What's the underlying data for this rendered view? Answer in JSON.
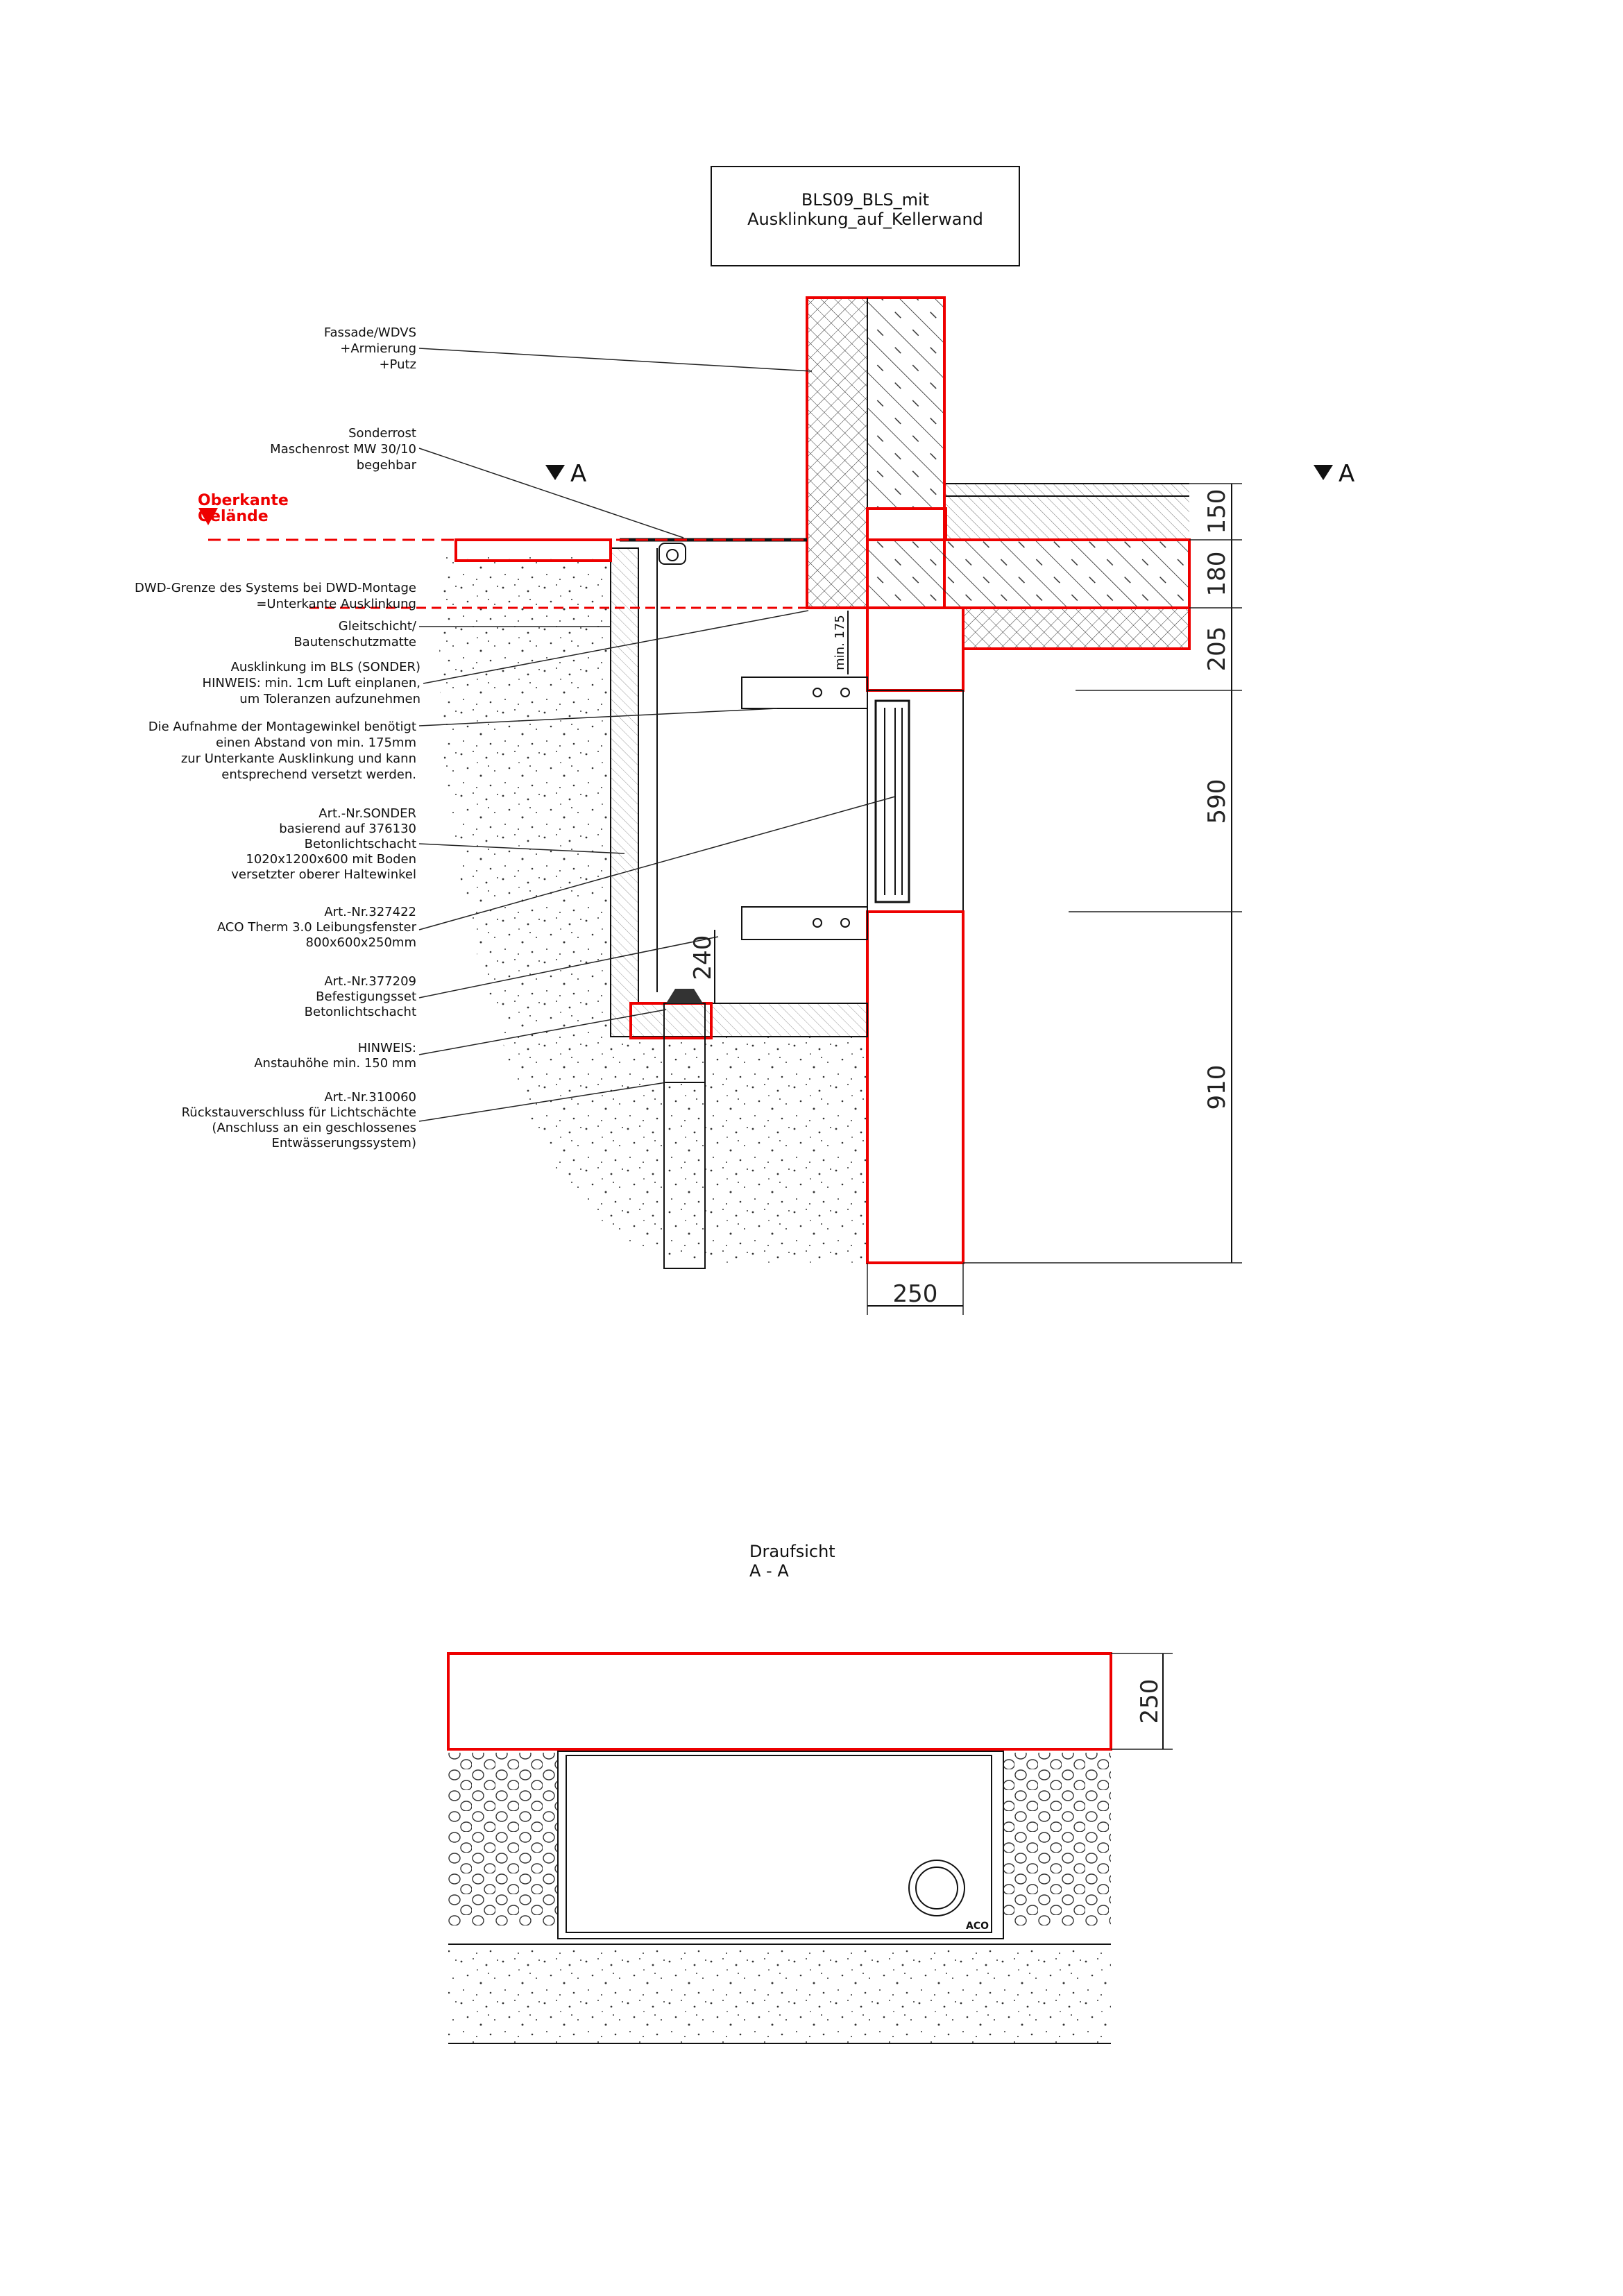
{
  "title": {
    "line1": "BLS09_BLS_mit",
    "line2": "Ausklinkung_auf_Kellerwand"
  },
  "section_marker": "A",
  "ground_level": {
    "line1": "Oberkante",
    "line2": "Gelände",
    "color": "#e00000"
  },
  "labels": [
    {
      "lines": [
        "Fassade/WDVS",
        "+Armierung",
        "+Putz"
      ]
    },
    {
      "lines": [
        "Sonderrost",
        "Maschenrost MW 30/10",
        "begehbar"
      ]
    },
    {
      "lines": [
        "DWD-Grenze des Systems bei DWD-Montage",
        "=Unterkante Ausklinkung"
      ]
    },
    {
      "lines": [
        "Gleitschicht/",
        "Bautenschutzmatte"
      ]
    },
    {
      "lines": [
        "Ausklinkung im BLS (SONDER)",
        "HINWEIS: min. 1cm Luft einplanen,",
        "um Toleranzen aufzunehmen"
      ]
    },
    {
      "lines": [
        "Die Aufnahme der Montagewinkel benötigt",
        "einen Abstand von min. 175mm",
        "zur Unterkante Ausklinkung und kann",
        "entsprechend versetzt werden."
      ]
    },
    {
      "lines": [
        "Art.-Nr.SONDER",
        "basierend auf 376130",
        "Betonlichtschacht",
        "1020x1200x600 mit Boden",
        "versetzter oberer Haltewinkel"
      ]
    },
    {
      "lines": [
        "Art.-Nr.327422",
        "ACO Therm 3.0 Leibungsfenster",
        "800x600x250mm"
      ]
    },
    {
      "lines": [
        "Art.-Nr.377209",
        "Befestigungsset",
        "Betonlichtschacht"
      ]
    },
    {
      "lines": [
        "HINWEIS:",
        "Anstauhöhe min. 150 mm"
      ]
    },
    {
      "lines": [
        "Art.-Nr.310060",
        "Rückstauverschluss für Lichtschächte",
        "(Anschluss an ein geschlossenes",
        "Entwässerungssystem)"
      ]
    }
  ],
  "dimensions": {
    "vertical": [
      "150",
      "180",
      "205",
      "590",
      "910"
    ],
    "wall_thickness": "250",
    "min_clearance": "min. 175",
    "bracket_offset": "240",
    "plan_wall_thickness": "250"
  },
  "plan_view": {
    "title": "Draufsicht",
    "subtitle": "A - A",
    "logo": "ACO"
  },
  "colors": {
    "outline_red": "#e00000",
    "line": "#111111"
  }
}
